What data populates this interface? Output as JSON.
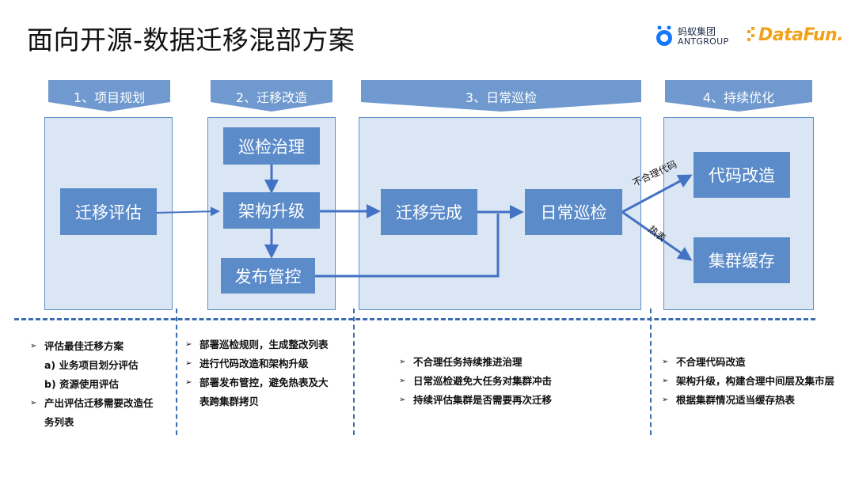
{
  "title": "面向开源-数据迁移混部方案",
  "logos": {
    "ant_cn": "蚂蚁集团",
    "ant_en": "ANTGROUP",
    "datafun": "DataFun."
  },
  "stages": [
    {
      "label": "1、项目规划"
    },
    {
      "label": "2、迁移改造"
    },
    {
      "label": "3、日常巡检"
    },
    {
      "label": "4、持续优化"
    }
  ],
  "nodes": {
    "assess": "迁移评估",
    "inspect_gov": "巡检治理",
    "arch_upgrade": "架构升级",
    "release_ctrl": "发布管控",
    "migrate_done": "迁移完成",
    "daily_inspect": "日常巡检",
    "code_refactor": "代码改造",
    "cluster_cache": "集群缓存"
  },
  "edge_labels": {
    "unreasonable_code": "不合理代码",
    "hot_table": "热表"
  },
  "bullets": {
    "col1": [
      "评估最佳迁移方案",
      "a) 业务项目划分评估",
      "b) 资源使用评估",
      "产出评估迁移需要改造任",
      "务列表"
    ],
    "col2": [
      "部署巡检规则，生成整改列表",
      "进行代码改造和架构升级",
      "部署发布管控，避免热表及大",
      "表跨集群拷贝"
    ],
    "col3": [
      "不合理任务持续推进治理",
      "日常巡检避免大任务对集群冲击",
      "持续评估集群是否需要再次迁移"
    ],
    "col4": [
      "不合理代码改造",
      "架构升级，构建合理中间层及集市层",
      "根据集群情况适当缓存热表"
    ]
  },
  "colors": {
    "banner": "#6f99cf",
    "panel": "#dae6f3",
    "box": "#5b8bc9",
    "arrow": "#4472c4",
    "dash": "#3d6bb0",
    "datafun": "#f2a21a"
  }
}
